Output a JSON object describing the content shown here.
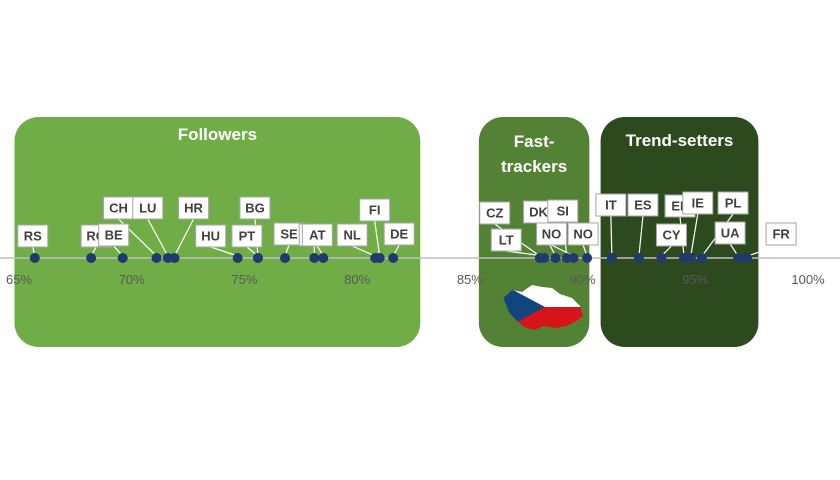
{
  "chart_data": {
    "type": "scatter",
    "x_unit": "%",
    "xlim": [
      65,
      100
    ],
    "x_ticks": [
      {
        "value": 65,
        "label": "65%"
      },
      {
        "value": 70,
        "label": "70%"
      },
      {
        "value": 75,
        "label": "75%"
      },
      {
        "value": 80,
        "label": "80%"
      },
      {
        "value": 85,
        "label": "85%"
      },
      {
        "value": 90,
        "label": "90%"
      },
      {
        "value": 95,
        "label": "95%"
      },
      {
        "value": 100,
        "label": "100%"
      }
    ],
    "groups": [
      {
        "name": "Followers",
        "x_range": [
          64.8,
          82.8
        ],
        "color": "#70ad47"
      },
      {
        "name": "Fast-trackers",
        "x_range": [
          85.4,
          90.3
        ],
        "color": "#548235"
      },
      {
        "name": "Trend-setters",
        "x_range": [
          90.8,
          97.8
        ],
        "color": "#2d4a1e"
      }
    ],
    "points": [
      {
        "label": "RS",
        "x": 65.7
      },
      {
        "label": "RO",
        "x": 68.2
      },
      {
        "label": "BE",
        "x": 69.6
      },
      {
        "label": "CH",
        "x": 71.1
      },
      {
        "label": "LU",
        "x": 71.6
      },
      {
        "label": "HR",
        "x": 71.9
      },
      {
        "label": "HU",
        "x": 74.7
      },
      {
        "label": "PT",
        "x": 75.6
      },
      {
        "label": "BG",
        "x": 75.6
      },
      {
        "label": "SE",
        "x": 76.8
      },
      {
        "label": "AT",
        "x": 78.1
      },
      {
        "label": "AT",
        "x": 78.5
      },
      {
        "label": "NL",
        "x": 80.8
      },
      {
        "label": "FI",
        "x": 81.0
      },
      {
        "label": "DE",
        "x": 81.6
      },
      {
        "label": "CZ",
        "x": 88.1
      },
      {
        "label": "LT",
        "x": 88.3
      },
      {
        "label": "DK",
        "x": 88.8
      },
      {
        "label": "SI",
        "x": 89.3
      },
      {
        "label": "NO",
        "x": 89.6
      },
      {
        "label": "NO",
        "x": 90.2
      },
      {
        "label": "IT",
        "x": 91.3
      },
      {
        "label": "ES",
        "x": 92.5
      },
      {
        "label": "CY",
        "x": 93.5
      },
      {
        "label": "EE",
        "x": 94.5
      },
      {
        "label": "IE",
        "x": 94.8
      },
      {
        "label": "PL",
        "x": 95.3
      },
      {
        "label": "UA",
        "x": 96.9
      },
      {
        "label": "FR",
        "x": 97.3
      }
    ],
    "marker_color": "#1f3a6e",
    "grid": false,
    "legend": "none"
  },
  "flag": {
    "icon": "czech-map-flag-icon",
    "colors": [
      "#ffffff",
      "#d7141a",
      "#11457e"
    ]
  }
}
